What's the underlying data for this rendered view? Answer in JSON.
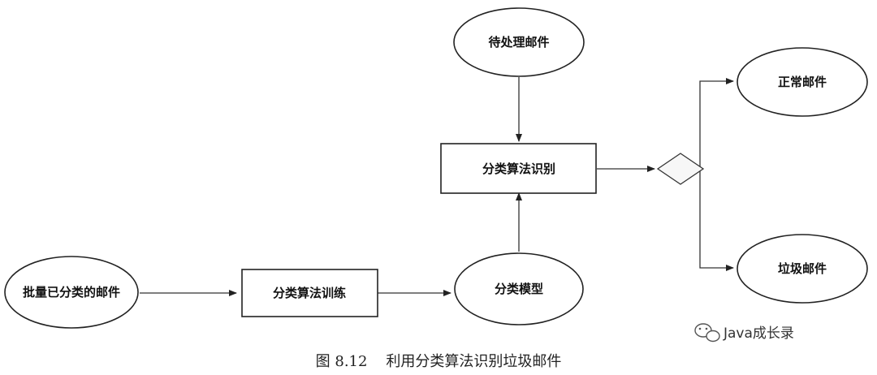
{
  "diagram": {
    "nodes": {
      "pending_mail": "待处理邮件",
      "classify_recognize": "分类算法识别",
      "normal_mail": "正常邮件",
      "spam_mail": "垃圾邮件",
      "batch_labeled_mail": "批量已分类的邮件",
      "classify_train": "分类算法训练",
      "classify_model": "分类模型"
    },
    "edges": [
      [
        "batch_labeled_mail",
        "classify_train"
      ],
      [
        "classify_train",
        "classify_model"
      ],
      [
        "classify_model",
        "classify_recognize"
      ],
      [
        "pending_mail",
        "classify_recognize"
      ],
      [
        "classify_recognize",
        "decision"
      ],
      [
        "decision",
        "normal_mail"
      ],
      [
        "decision",
        "spam_mail"
      ]
    ]
  },
  "caption": "图 8.12    利用分类算法识别垃圾邮件",
  "watermark": {
    "text": "Java成长录",
    "icon": "wechat-icon"
  }
}
